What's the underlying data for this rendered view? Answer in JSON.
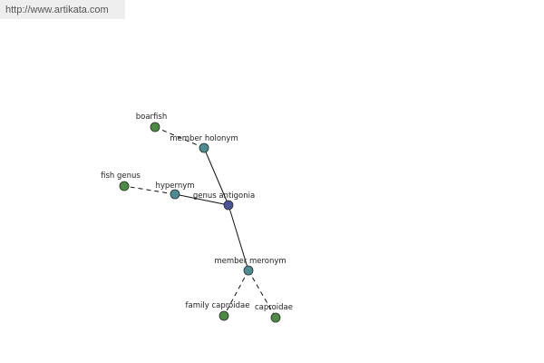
{
  "banner": {
    "url_text": "http://www.artikata.com"
  },
  "colors": {
    "center_node": "#4a5494",
    "relation_node": "#4d8c91",
    "leaf_node": "#4d8a43",
    "banner_background": "#eeeeee",
    "banner_text": "#555555"
  },
  "graph": {
    "nodes": [
      {
        "id": "genus-antigonia",
        "label": "genus antigonia",
        "kind": "center"
      },
      {
        "id": "member-holonym",
        "label": "member holonym",
        "kind": "relation"
      },
      {
        "id": "hypernym",
        "label": "hypernym",
        "kind": "relation"
      },
      {
        "id": "member-meronym",
        "label": "member meronym",
        "kind": "relation"
      },
      {
        "id": "boarfish",
        "label": "boarfish",
        "kind": "leaf"
      },
      {
        "id": "fish-genus",
        "label": "fish genus",
        "kind": "leaf"
      },
      {
        "id": "family-caproidae",
        "label": "family caproidae",
        "kind": "leaf"
      },
      {
        "id": "caproidae",
        "label": "caproidae",
        "kind": "leaf"
      }
    ],
    "edges": [
      {
        "from": "genus-antigonia",
        "to": "member-holonym",
        "style": "solid"
      },
      {
        "from": "genus-antigonia",
        "to": "hypernym",
        "style": "solid"
      },
      {
        "from": "genus-antigonia",
        "to": "member-meronym",
        "style": "solid"
      },
      {
        "from": "member-holonym",
        "to": "boarfish",
        "style": "dashed"
      },
      {
        "from": "hypernym",
        "to": "fish-genus",
        "style": "dashed"
      },
      {
        "from": "member-meronym",
        "to": "family-caproidae",
        "style": "dashed"
      },
      {
        "from": "member-meronym",
        "to": "caproidae",
        "style": "dashed"
      }
    ]
  }
}
